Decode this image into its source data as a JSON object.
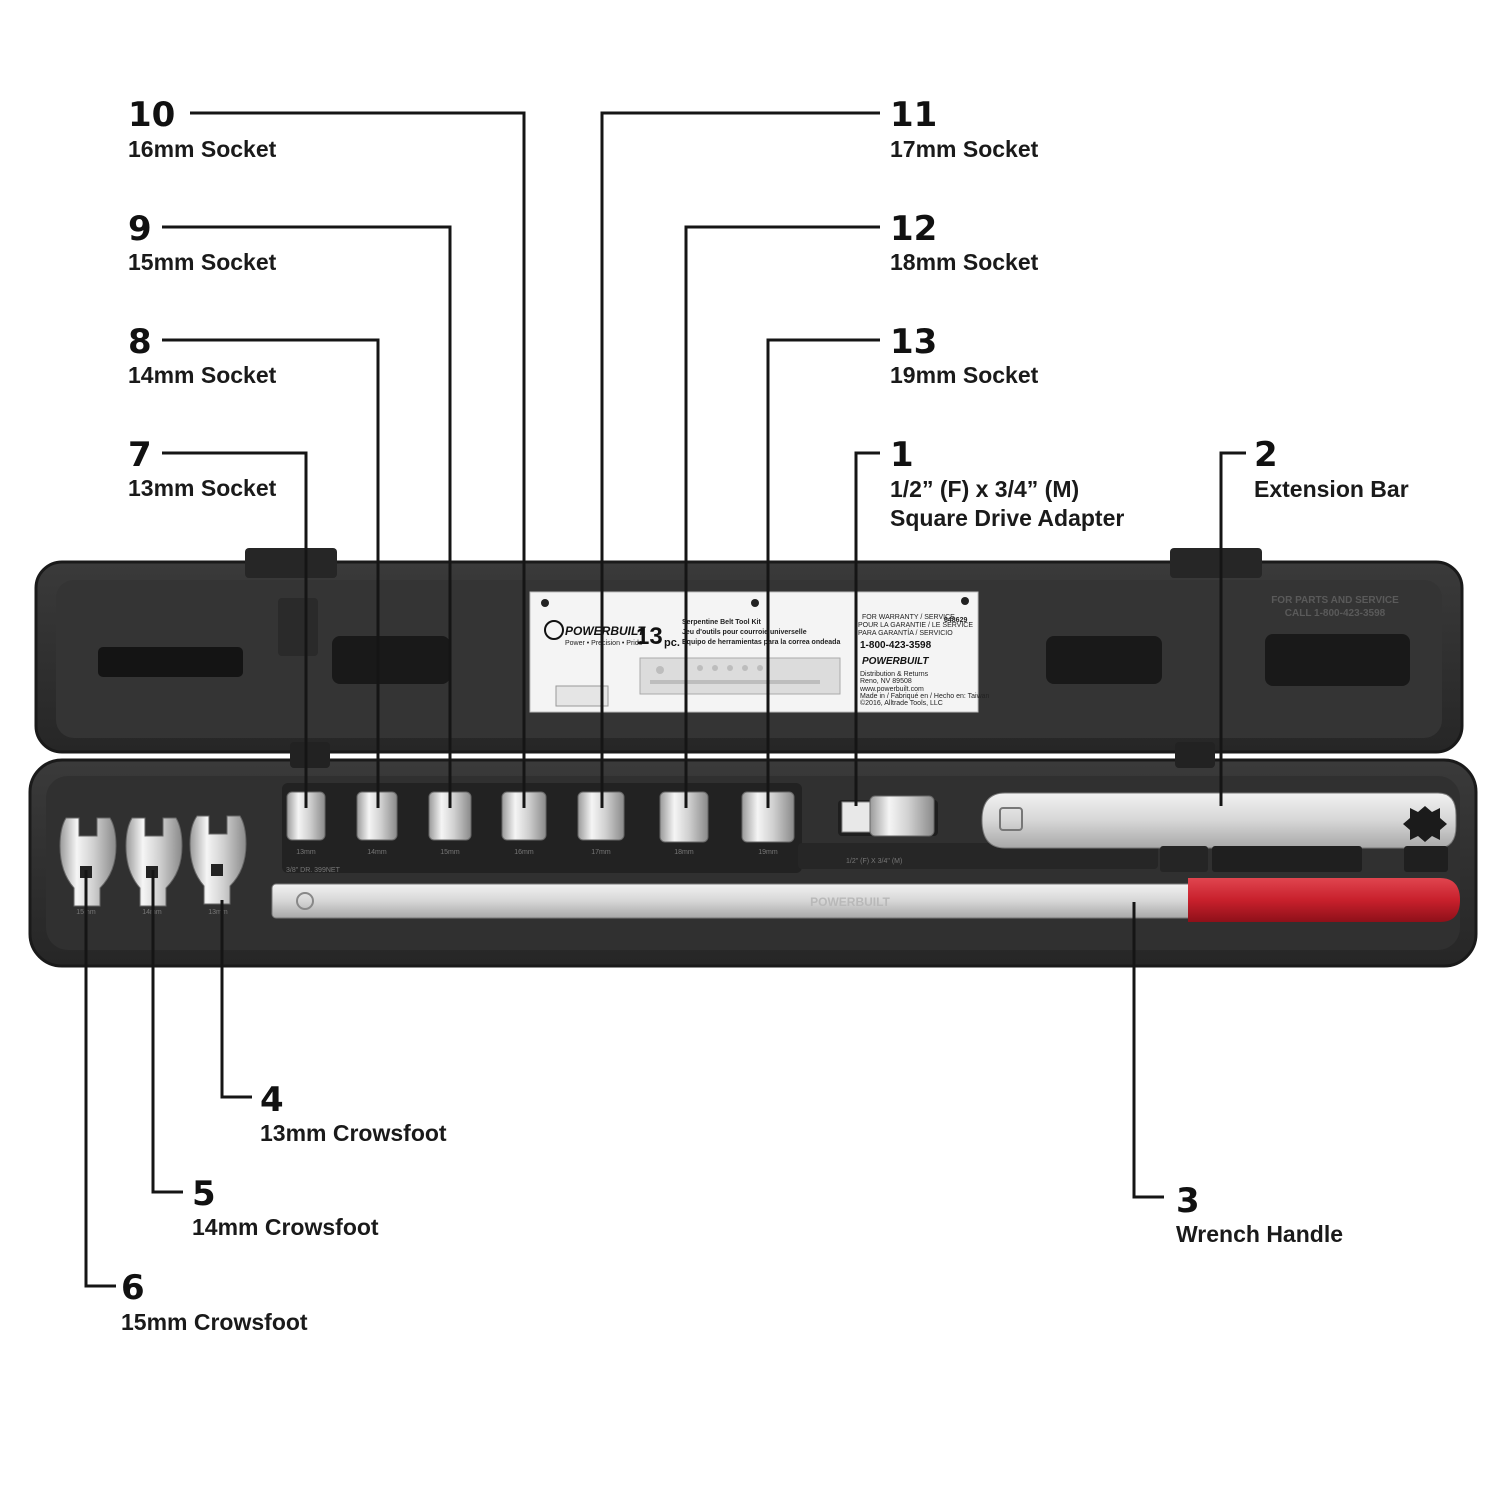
{
  "callouts": [
    {
      "id": 1,
      "number": "1",
      "lines": [
        "1/2” (F) x 3/4” (M)",
        "Square Drive Adapter"
      ]
    },
    {
      "id": 2,
      "number": "2",
      "lines": [
        "Extension Bar"
      ]
    },
    {
      "id": 3,
      "number": "3",
      "lines": [
        "Wrench Handle"
      ]
    },
    {
      "id": 4,
      "number": "4",
      "lines": [
        "13mm Crowsfoot"
      ]
    },
    {
      "id": 5,
      "number": "5",
      "lines": [
        "14mm Crowsfoot"
      ]
    },
    {
      "id": 6,
      "number": "6",
      "lines": [
        "15mm Crowsfoot"
      ]
    },
    {
      "id": 7,
      "number": "7",
      "lines": [
        "13mm Socket"
      ]
    },
    {
      "id": 8,
      "number": "8",
      "lines": [
        "14mm Socket"
      ]
    },
    {
      "id": 9,
      "number": "9",
      "lines": [
        "15mm Socket"
      ]
    },
    {
      "id": 10,
      "number": "10",
      "lines": [
        "16mm Socket"
      ]
    },
    {
      "id": 11,
      "number": "11",
      "lines": [
        "17mm Socket"
      ]
    },
    {
      "id": 12,
      "number": "12",
      "lines": [
        "18mm Socket"
      ]
    },
    {
      "id": 13,
      "number": "13",
      "lines": [
        "19mm Socket"
      ]
    }
  ],
  "case": {
    "lid_label": {
      "brand": "POWERBUILT",
      "tagline": "Power • Precision • Pride",
      "count": "13",
      "count_unit": "pc.",
      "title_lines": [
        "Serpentine Belt Tool Kit",
        "Jeu d'outils pour courroie universelle",
        "Equipo de herramientas para la correa ondeada"
      ],
      "warranty_lines": [
        "FOR WARRANTY / SERVICE",
        "POUR LA GARANTIE / LE SERVICE",
        "PARA GARANTÍA / SERVICIO"
      ],
      "phone": "1-800-423-3598",
      "part_number": "648629",
      "brand_small": "POWERBUILT",
      "info_lines": [
        "Distribution & Returns",
        "Reno, NV 89508",
        "www.powerbuilt.com",
        "Made in / Fabriqué en / Hecho en: Taiwan",
        "©2016, Alltrade Tools, LLC"
      ]
    },
    "lid_emboss": [
      "FOR PARTS AND SERVICE",
      "CALL 1-800-423-3598"
    ],
    "socket_sizes": [
      "13mm",
      "14mm",
      "15mm",
      "16mm",
      "17mm",
      "18mm",
      "19mm"
    ],
    "socket_rail_label": "3/8\" DR. 399NET",
    "adapter_label": "1/2\" (F) X 3/4\" (M)",
    "crowsfoot_sizes": [
      "15mm",
      "14mm",
      "13mm"
    ],
    "handle_brand": "POWERBUILT",
    "colors": {
      "case": "#2d2d2d",
      "chrome": "#e4e4e4",
      "grip": "#c8202c"
    }
  }
}
